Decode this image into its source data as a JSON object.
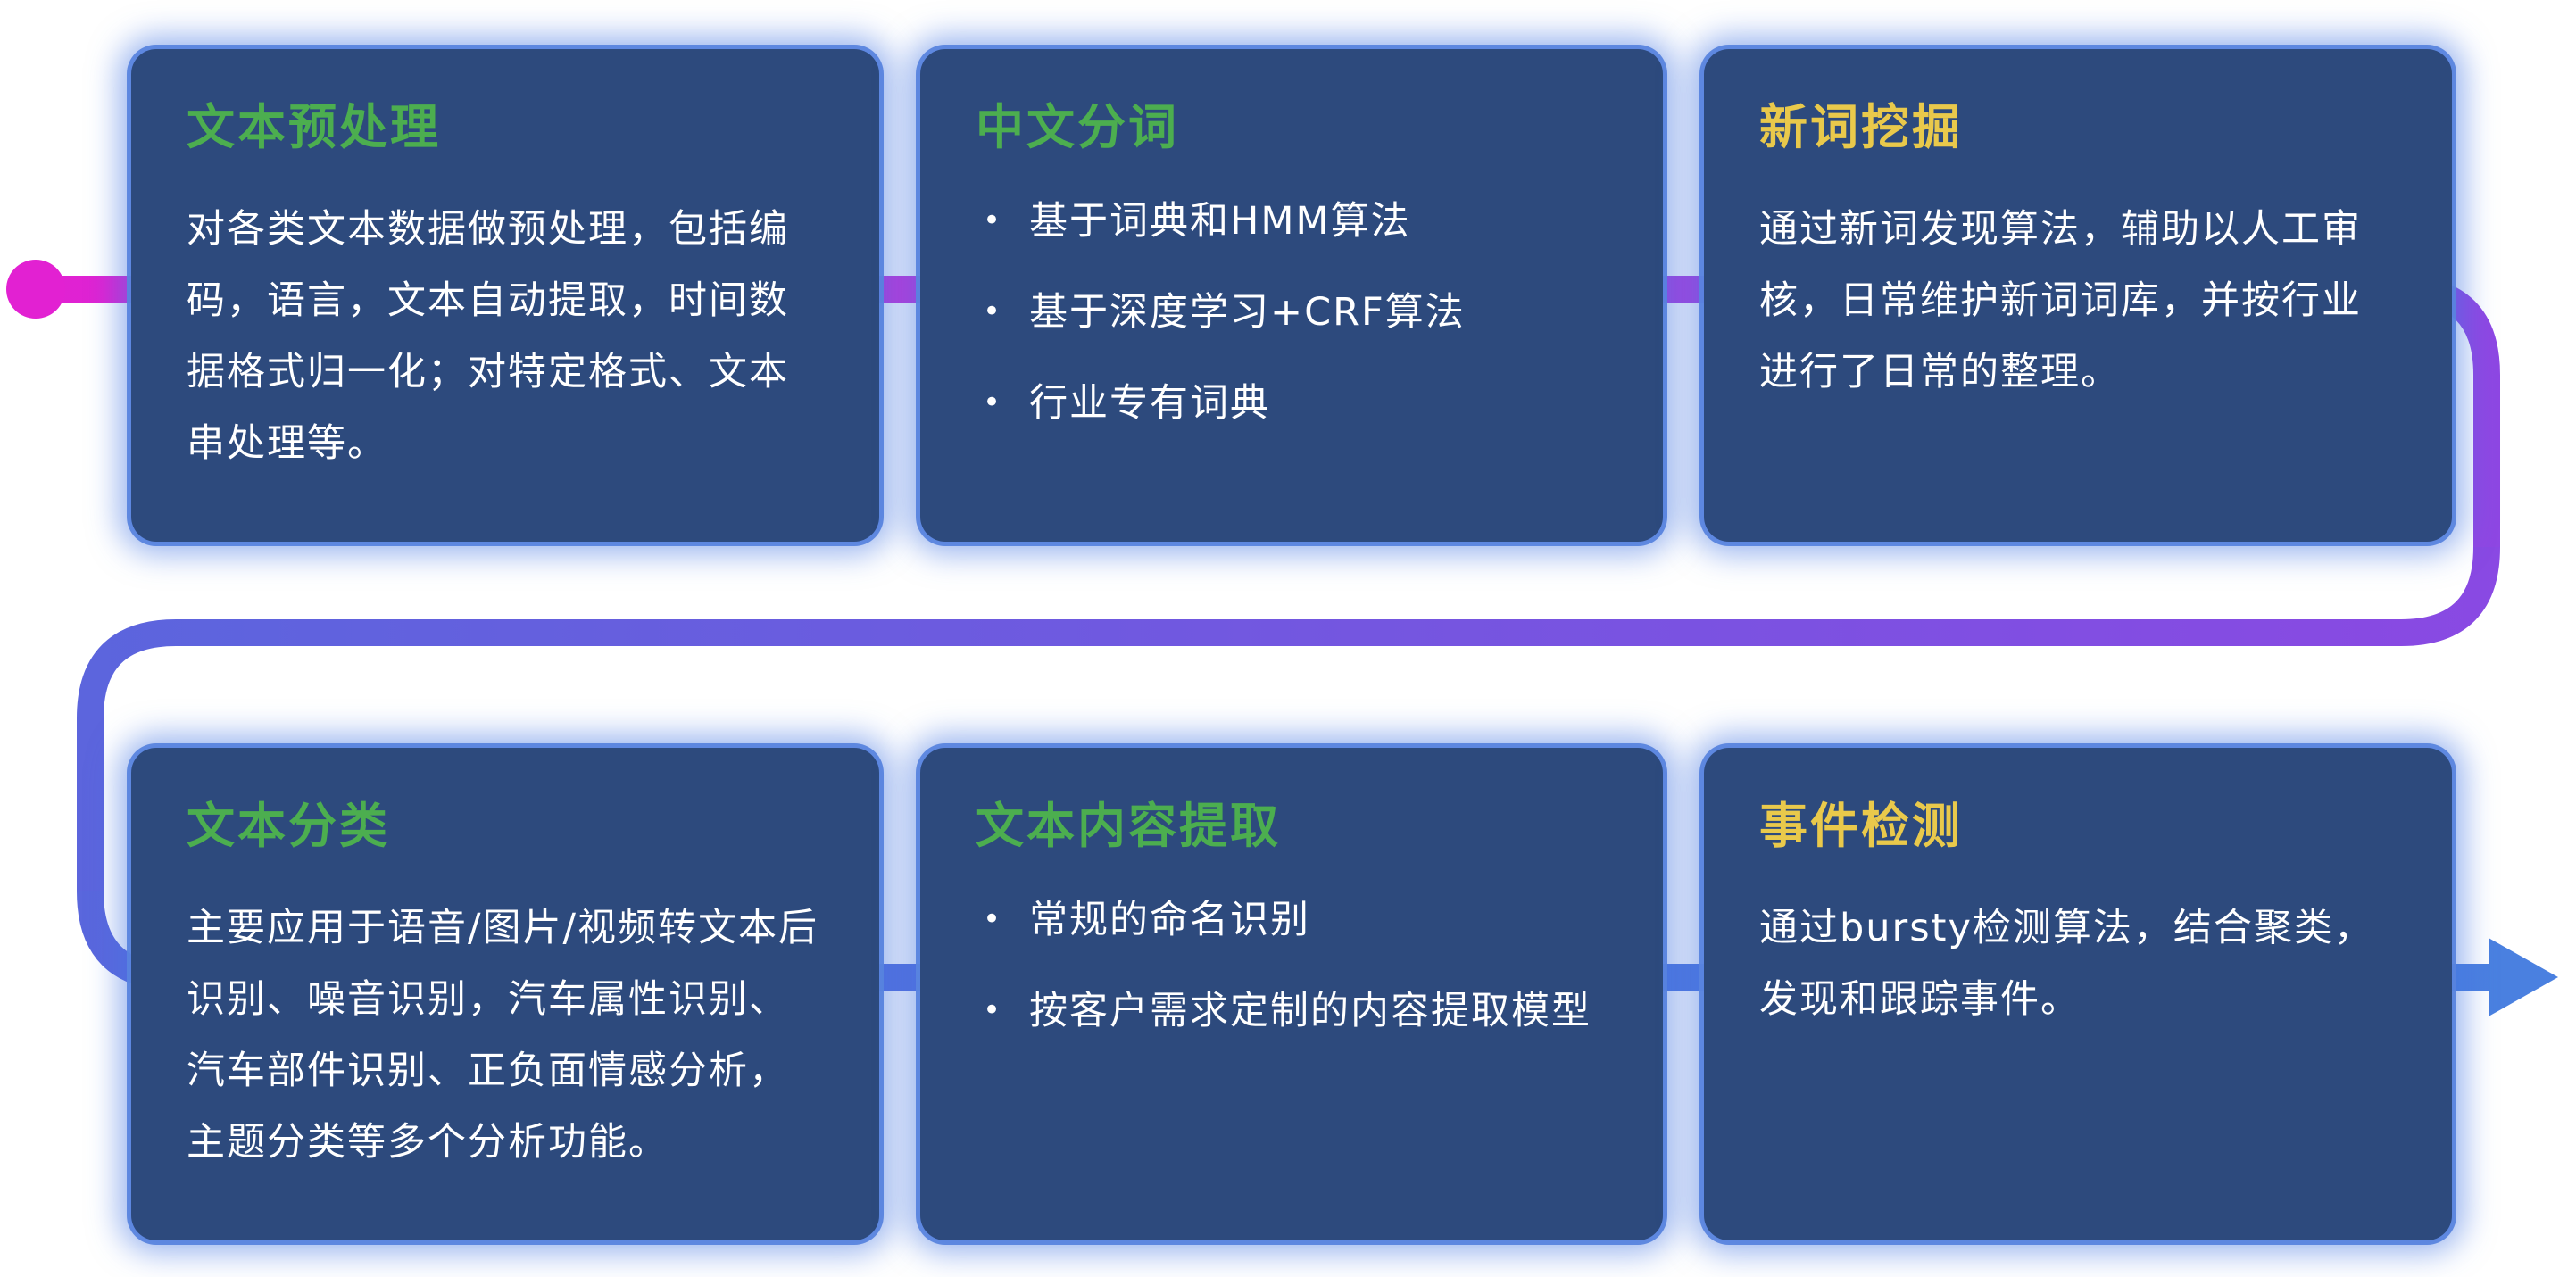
{
  "bullet_char": "•",
  "colors": {
    "card_background": "#2d4a7d",
    "card_glow": "#5884de",
    "body_text": "#ffffff",
    "title_green": "#4cae4f",
    "title_yellow": "#e9c94b"
  },
  "pipe": {
    "start_color": "#e221d2",
    "magenta_mid": "#b93ade",
    "purple": "#8b48e3",
    "blue_purple": "#5a66dd",
    "end_color": "#4a80e0"
  },
  "cards": [
    {
      "title": "文本预处理",
      "title_color": "#4cae4f",
      "body": "对各类文本数据做预处理，包括编码，语言，文本自动提取，时间数据格式归一化；对特定格式、文本串处理等。",
      "bullets": []
    },
    {
      "title": "中文分词",
      "title_color": "#4cae4f",
      "body": "",
      "bullets": [
        "基于词典和HMM算法",
        "基于深度学习+CRF算法",
        "行业专有词典"
      ]
    },
    {
      "title": "新词挖掘",
      "title_color": "#e9c94b",
      "body": "通过新词发现算法，辅助以人工审核，日常维护新词词库，并按行业进行了日常的整理。",
      "bullets": []
    },
    {
      "title": "文本分类",
      "title_color": "#4cae4f",
      "body": "主要应用于语音/图片/视频转文本后识别、噪音识别，汽车属性识别、汽车部件识别、正负面情感分析，主题分类等多个分析功能。",
      "bullets": []
    },
    {
      "title": "文本内容提取",
      "title_color": "#4cae4f",
      "body": "",
      "bullets": [
        "常规的命名识别",
        "按客户需求定制的内容提取模型"
      ]
    },
    {
      "title": "事件检测",
      "title_color": "#e9c94b",
      "body": "通过bursty检测算法，结合聚类，发现和跟踪事件。",
      "bullets": []
    }
  ]
}
